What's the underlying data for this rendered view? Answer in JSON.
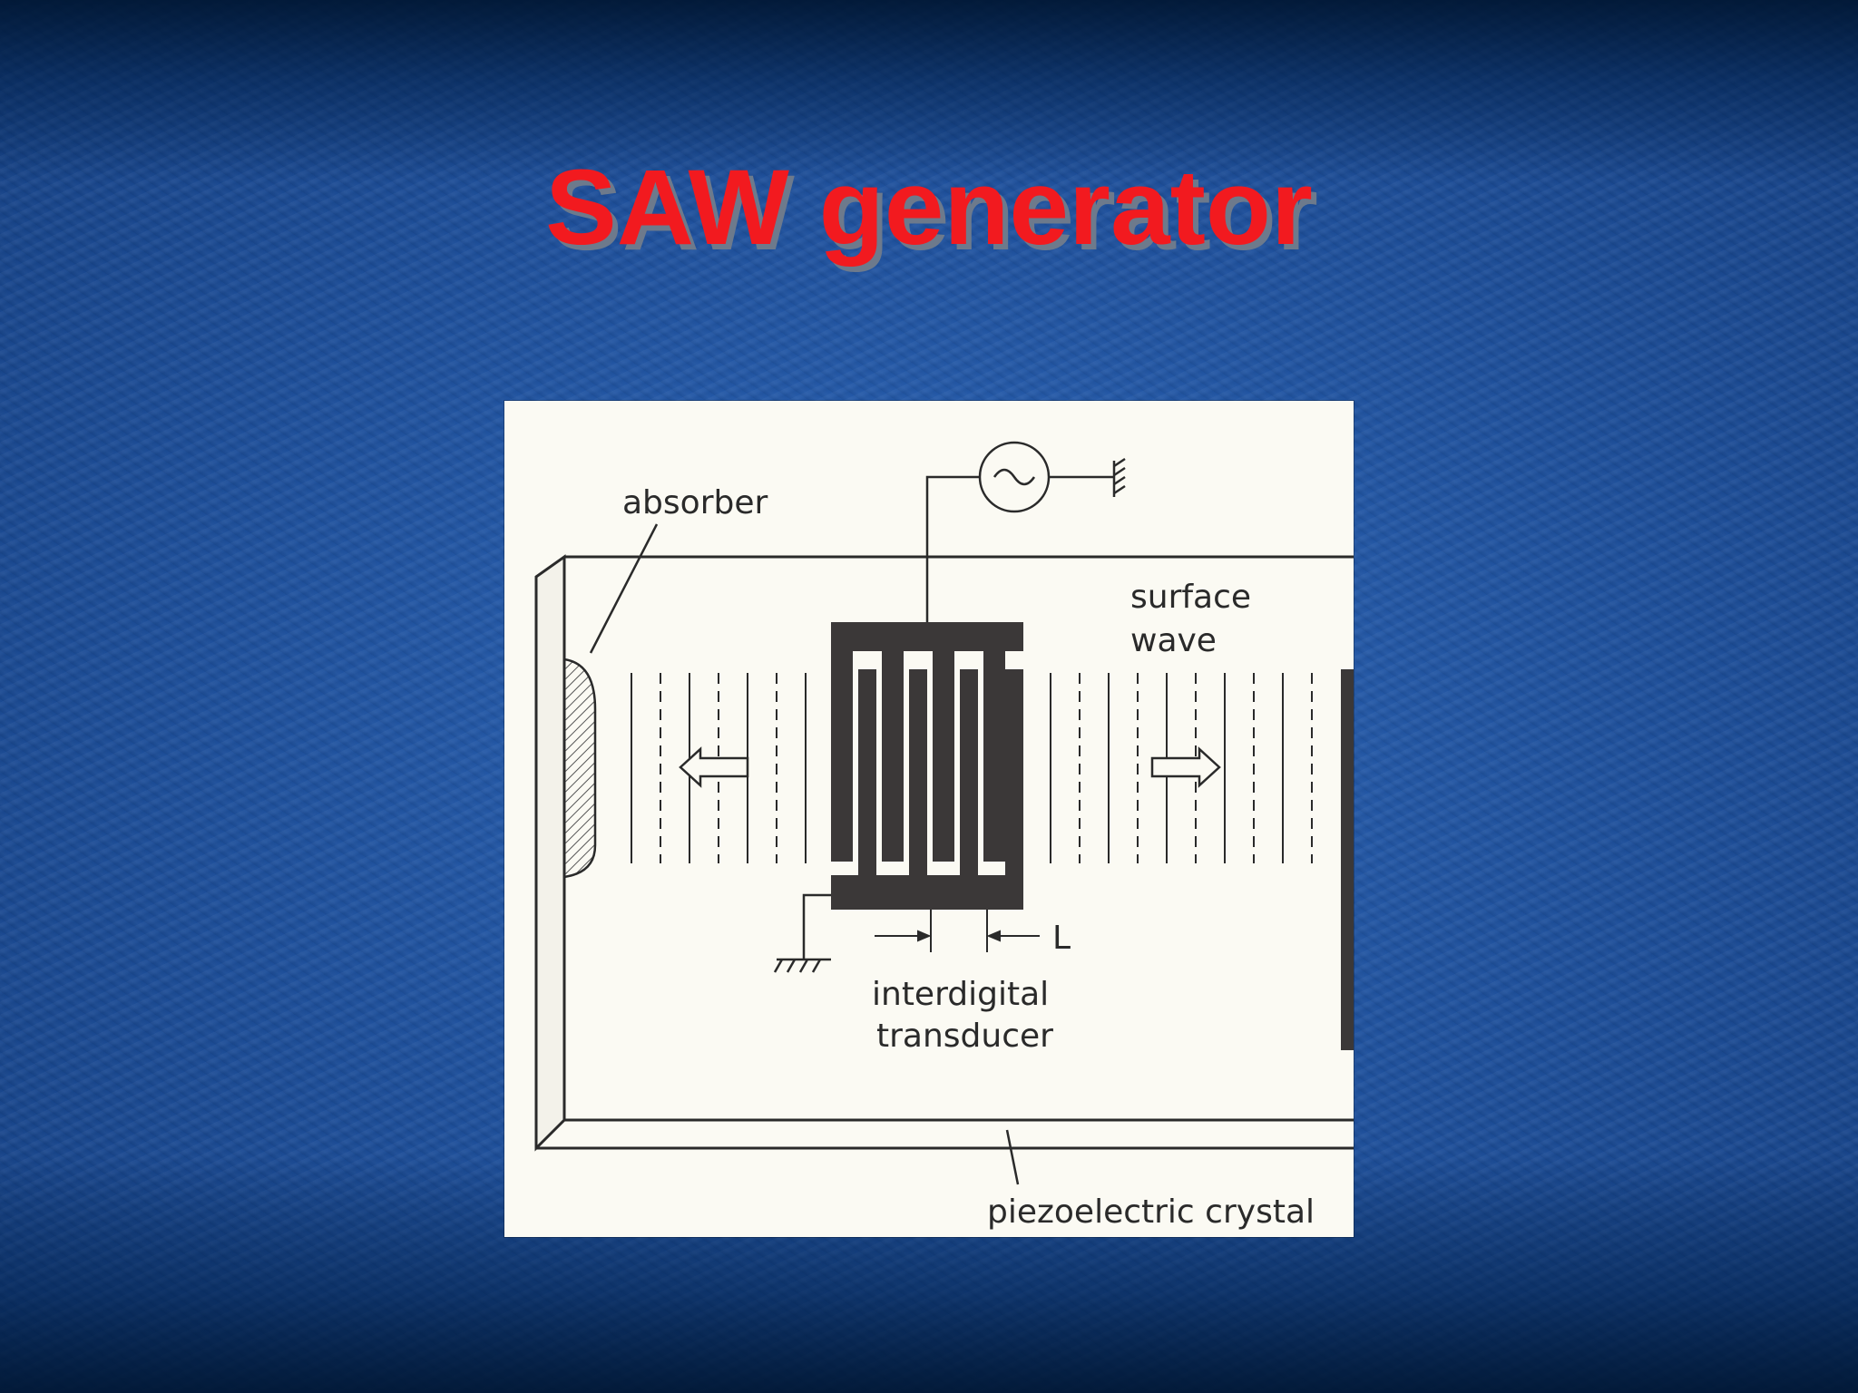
{
  "slide": {
    "title": "SAW generator"
  },
  "figure": {
    "labels": {
      "absorber": "absorber",
      "surface_wave_line1": "surface",
      "surface_wave_line2": "wave",
      "spacing": "L",
      "transducer_line1": "interdigital",
      "transducer_line2": "transducer",
      "crystal": "piezoelectric crystal"
    },
    "icons": [
      "ac-source-icon",
      "ground-icon",
      "arrow-left-icon",
      "arrow-right-icon"
    ]
  },
  "colors": {
    "title": "#f21a1f",
    "title_shadow": "#6d7a8c",
    "figure_bg": "#fbfaf3",
    "ink": "#2a2a2a",
    "electrode": "#3b3838"
  }
}
